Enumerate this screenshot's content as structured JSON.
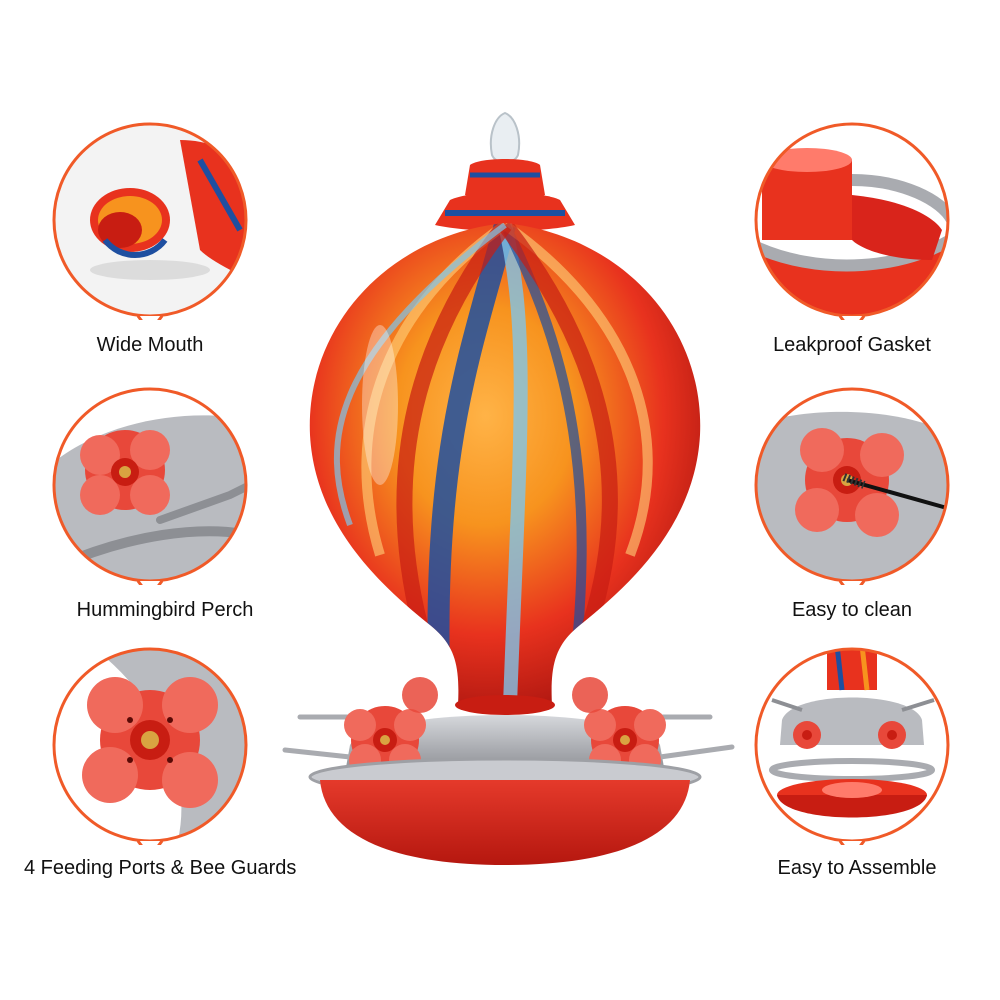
{
  "features": {
    "wide_mouth": {
      "label": "Wide Mouth",
      "icon": "wide-mouth-closeup"
    },
    "leakproof_gasket": {
      "label": "Leakproof Gasket",
      "icon": "gasket-closeup"
    },
    "hummingbird_perch": {
      "label": "Hummingbird Perch",
      "icon": "perch-closeup"
    },
    "easy_to_clean": {
      "label": "Easy to clean",
      "icon": "cleaning-brush-closeup"
    },
    "feeding_ports": {
      "label": "4 Feeding Ports & Bee Guards",
      "icon": "flower-port-closeup"
    },
    "easy_to_assemble": {
      "label": "Easy to Assemble",
      "icon": "assembly-closeup"
    }
  },
  "colors": {
    "accent": "#f05a28",
    "glass_red": "#e8321e",
    "glass_orange": "#f7931e",
    "glass_blue": "#1e4fa0",
    "metal_gray": "#a9abb0",
    "base_red": "#d9241b"
  }
}
